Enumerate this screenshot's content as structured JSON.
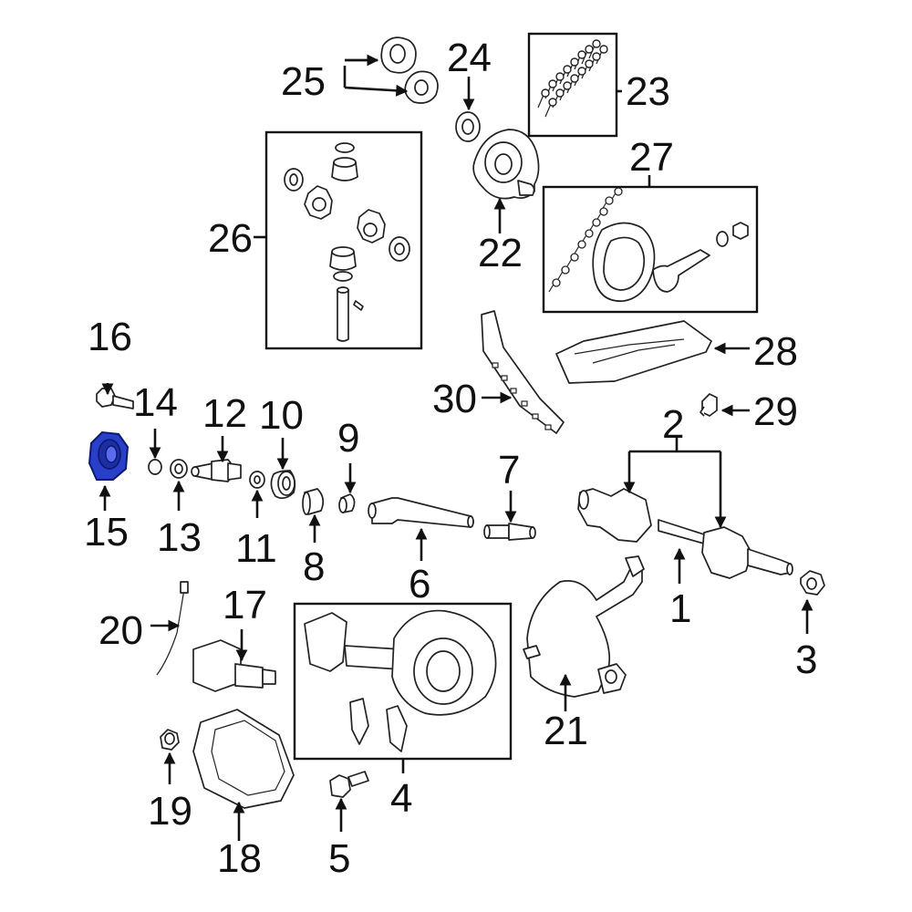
{
  "colors": {
    "line": "#111111",
    "highlight": "#2a3fc9"
  },
  "callouts": {
    "c1": "1",
    "c2": "2",
    "c3": "3",
    "c4": "4",
    "c5": "5",
    "c6": "6",
    "c7": "7",
    "c8": "8",
    "c9": "9",
    "c10": "10",
    "c11": "11",
    "c12": "12",
    "c13": "13",
    "c14": "14",
    "c15": "15",
    "c16": "16",
    "c17": "17",
    "c18": "18",
    "c19": "19",
    "c20": "20",
    "c21": "21",
    "c22": "22",
    "c23": "23",
    "c24": "24",
    "c25": "25",
    "c26": "26",
    "c27": "27",
    "c28": "28",
    "c29": "29",
    "c30": "30"
  }
}
